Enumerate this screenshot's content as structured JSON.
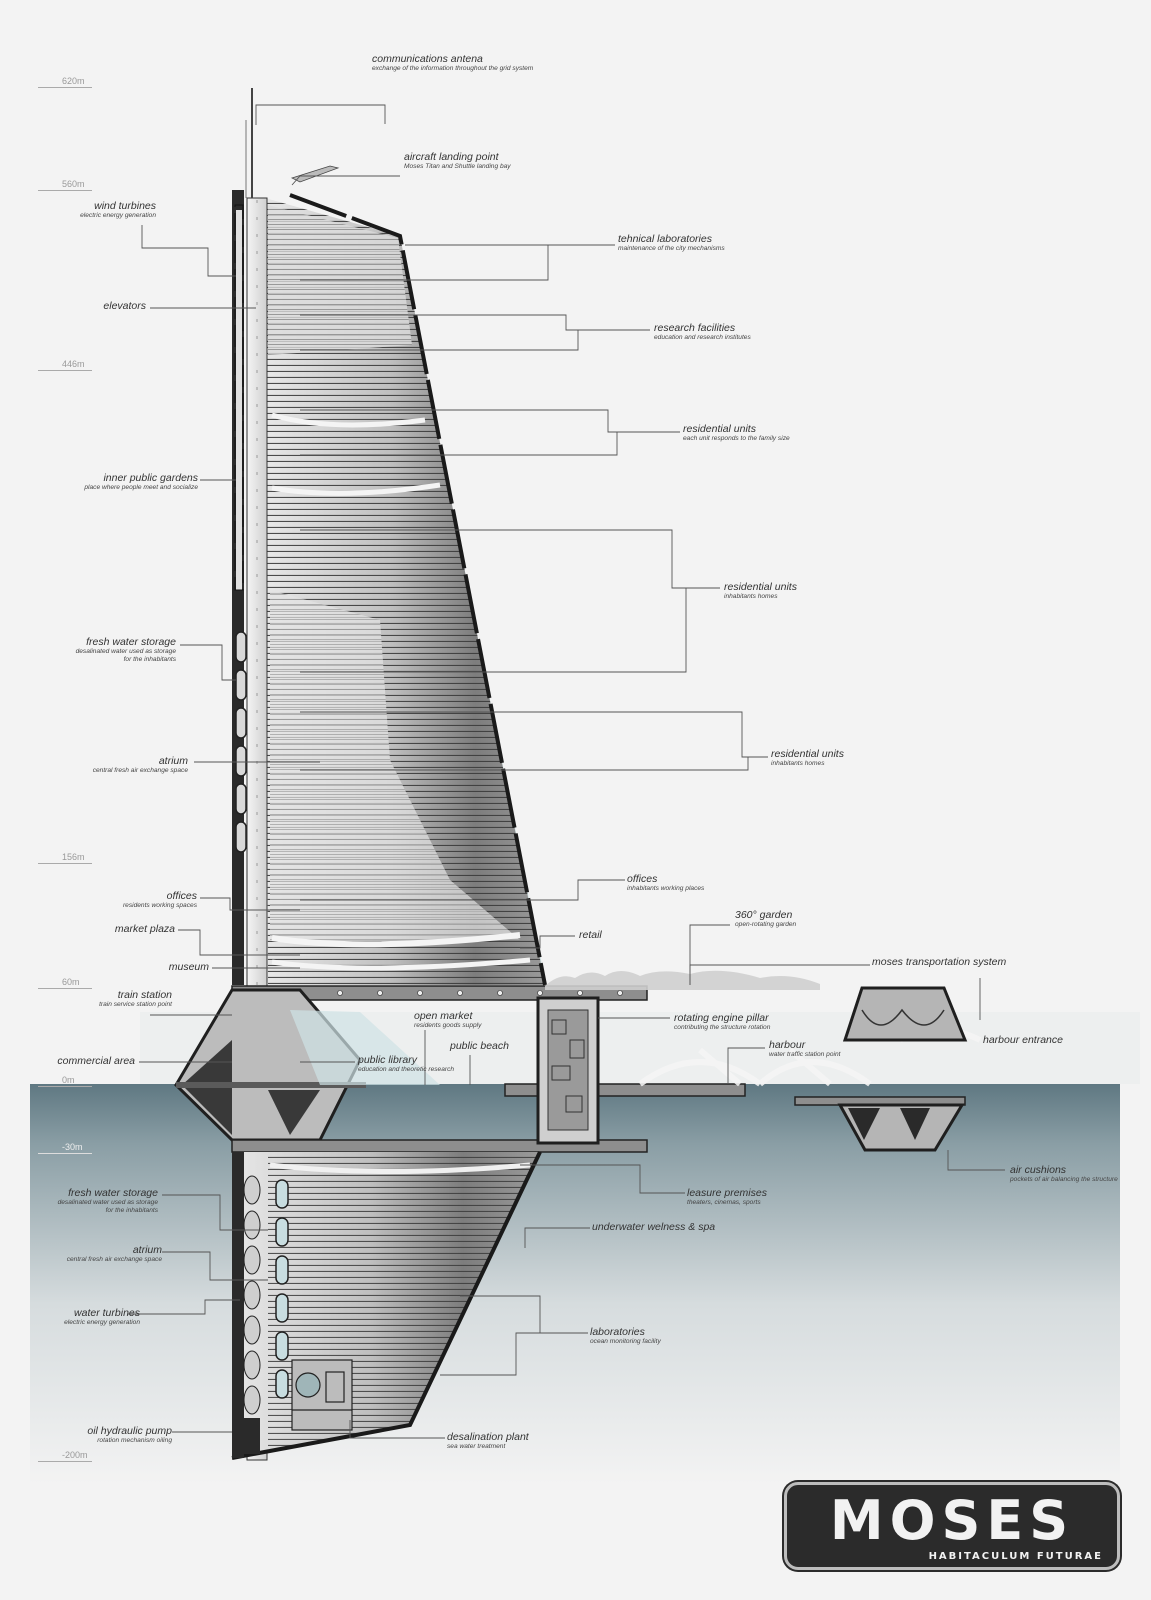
{
  "colors": {
    "sea": "#5f7882",
    "sea_deep": "#3e5560",
    "glass": "#a9cfd3",
    "structure": "#1f1f1f",
    "label": "#333333"
  },
  "levels": [
    "620m",
    "560m",
    "446m",
    "156m",
    "60m",
    "0m",
    "-30m",
    "-200m"
  ],
  "labels": {
    "antenna": {
      "title": "communications antena",
      "sub": "exchange of the information throughout the grid system"
    },
    "landing": {
      "title": "aircraft landing point",
      "sub": "Moses Titan and Shuttle landing bay"
    },
    "wind": {
      "title": "wind turbines",
      "sub": "electric energy generation"
    },
    "techlab": {
      "title": "tehnical laboratories",
      "sub": "maintenance of the city mechanisms"
    },
    "elevators": {
      "title": "elevators"
    },
    "research": {
      "title": "research facilities",
      "sub": "education and research institutes"
    },
    "res1": {
      "title": "residential units",
      "sub": "each unit responds to the family size"
    },
    "gardens": {
      "title": "inner public gardens",
      "sub": "place where people meet and socialize"
    },
    "res2": {
      "title": "residential units",
      "sub": "inhabitants homes"
    },
    "fresh1": {
      "title": "fresh water storage",
      "sub": "desalinated water used as storage",
      "sub2": "for the inhabitants"
    },
    "atrium1": {
      "title": "atrium",
      "sub": "central fresh air exchange space"
    },
    "res3": {
      "title": "residential units",
      "sub": "inhabitants homes"
    },
    "offices_r": {
      "title": "offices",
      "sub": "inhabitants working places"
    },
    "offices_l": {
      "title": "offices",
      "sub": "residents working spaces"
    },
    "garden360": {
      "title": "360° garden",
      "sub": "open-rotating garden"
    },
    "market": {
      "title": "market plaza"
    },
    "retail": {
      "title": "retail"
    },
    "museum": {
      "title": "museum"
    },
    "mts": {
      "title": "moses transportation system"
    },
    "train": {
      "title": "train station",
      "sub": "train service station point"
    },
    "openmarket": {
      "title": "open market",
      "sub": "residents goods supply"
    },
    "pillar": {
      "title": "rotating engine pillar",
      "sub": "contributing the structure rotation"
    },
    "harbour_entrance": {
      "title": "harbour entrance"
    },
    "commercial": {
      "title": "commercial area"
    },
    "beach": {
      "title": "public beach"
    },
    "harbour": {
      "title": "harbour",
      "sub": "water traffic station point"
    },
    "library": {
      "title": "public library",
      "sub": "education and theoretic research"
    },
    "aircushion": {
      "title": "air cushions",
      "sub": "pockets of air balancing the structure"
    },
    "fresh2": {
      "title": "fresh water storage",
      "sub": "desalinated water used as storage",
      "sub2": "for the inhabitants"
    },
    "leisure": {
      "title": "leasure premises",
      "sub": "theaters, cinemas, sports"
    },
    "spa": {
      "title": "underwater welness & spa"
    },
    "atrium2": {
      "title": "atrium",
      "sub": "central fresh air exchange space"
    },
    "waterturb": {
      "title": "water turbines",
      "sub": "electric energy generation"
    },
    "labs": {
      "title": "laboratories",
      "sub": "ocean monitoring facility"
    },
    "oil": {
      "title": "oil hydraulic pump",
      "sub": "rotation mechanism oiling"
    },
    "desal": {
      "title": "desalination plant",
      "sub": "sea water treatment"
    }
  },
  "logo": {
    "word": "MOSES",
    "tagline": "HABITACULUM FUTURAE"
  }
}
